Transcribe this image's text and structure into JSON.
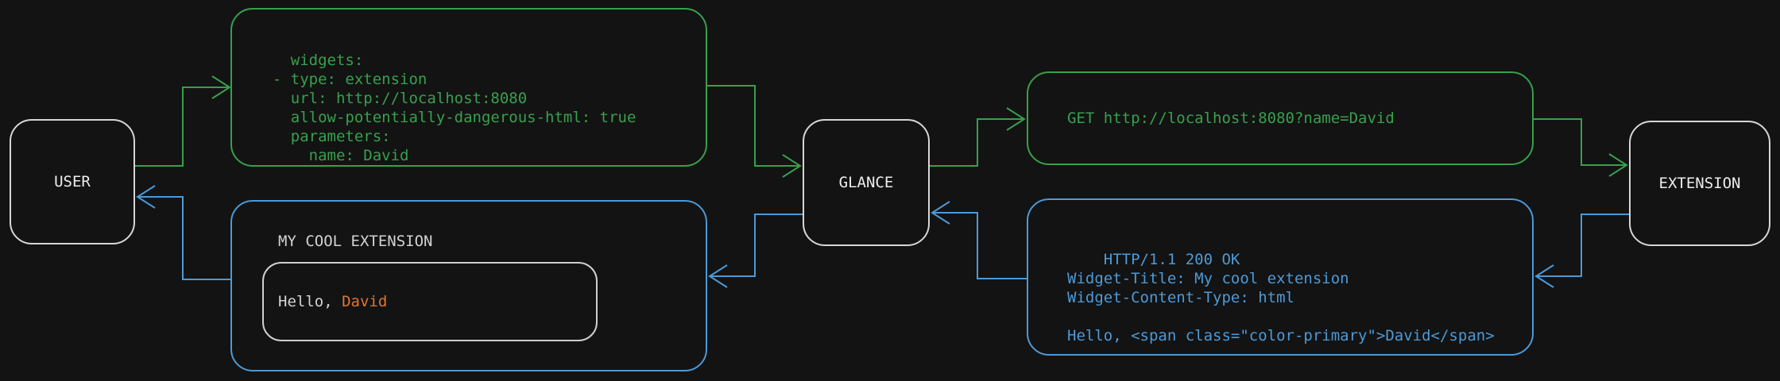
{
  "colors": {
    "background": "#131313",
    "green": "#37a04c",
    "blue": "#4b9ad9",
    "node_border": "#d6d6d6",
    "node_text": "#ececec",
    "light_text": "#d2d2d2",
    "inner_border": "#cfcfcf",
    "orange": "#e0762f"
  },
  "nodes": {
    "user": "USER",
    "glance": "GLANCE",
    "extension": "EXTENSION"
  },
  "config_box": {
    "lines": [
      "widgets:",
      "  - type: extension",
      "    url: http://localhost:8080",
      "    allow-potentially-dangerous-html: true",
      "    parameters:",
      "      name: David"
    ]
  },
  "request_box": {
    "text": "GET http://localhost:8080?name=David"
  },
  "response_box": {
    "lines": [
      "HTTP/1.1 200 OK",
      "Widget-Title: My cool extension",
      "Widget-Content-Type: html",
      "",
      "Hello, <span class=\"color-primary\">David</span>"
    ]
  },
  "widget_box": {
    "title": "MY COOL EXTENSION",
    "greeting_prefix": "Hello, ",
    "greeting_name": "David"
  }
}
